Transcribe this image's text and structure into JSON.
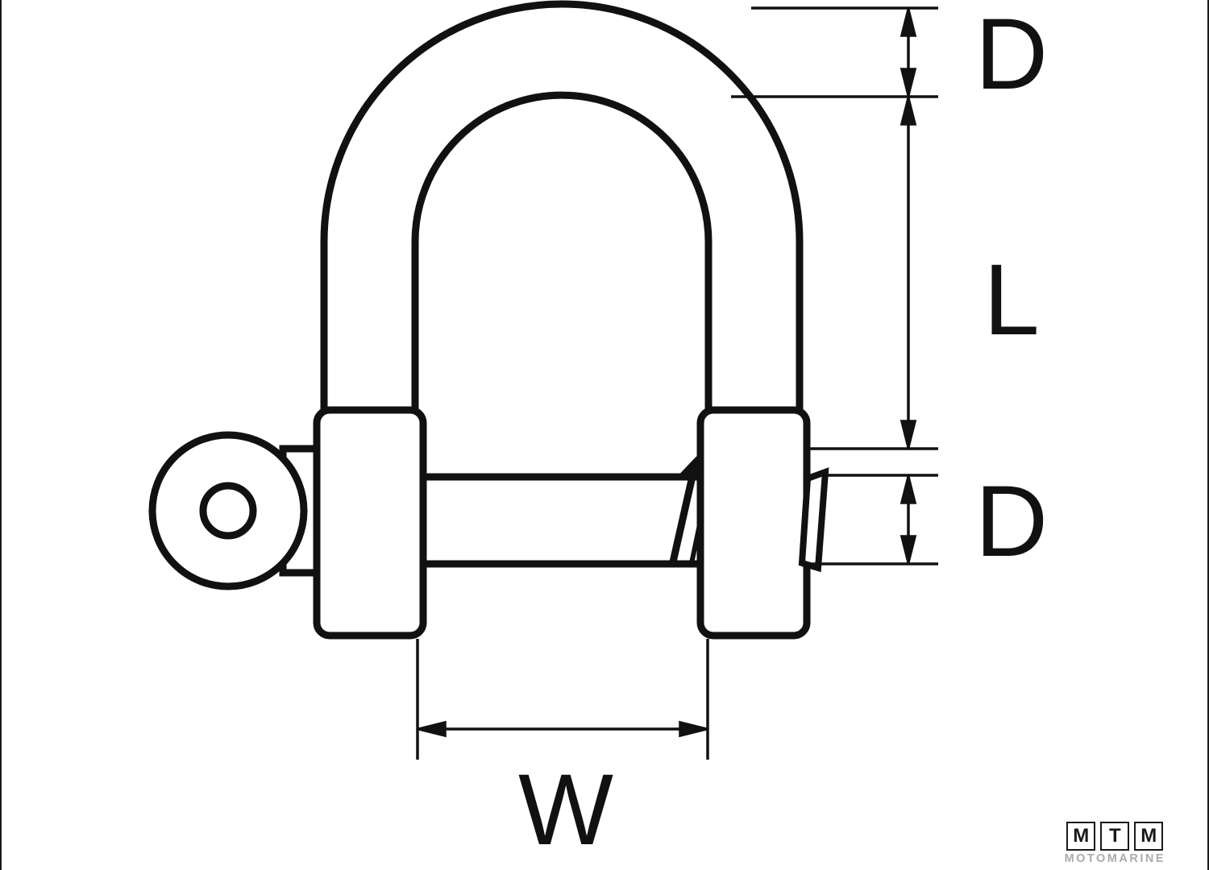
{
  "diagram": {
    "type": "technical-drawing",
    "subject": "D-shackle with screw pin, dimensioned",
    "dimension_labels": {
      "bow_diameter_top": "D",
      "inner_length": "L",
      "pin_diameter": "D",
      "inner_width": "W"
    },
    "colors": {
      "line": "#111111",
      "background": "#ffffff",
      "logo_text": "#1a1a1a",
      "logo_subtitle": "#ababab"
    }
  },
  "logo": {
    "letters": [
      "M",
      "T",
      "M"
    ],
    "subtitle": "MOTOMARINE"
  }
}
